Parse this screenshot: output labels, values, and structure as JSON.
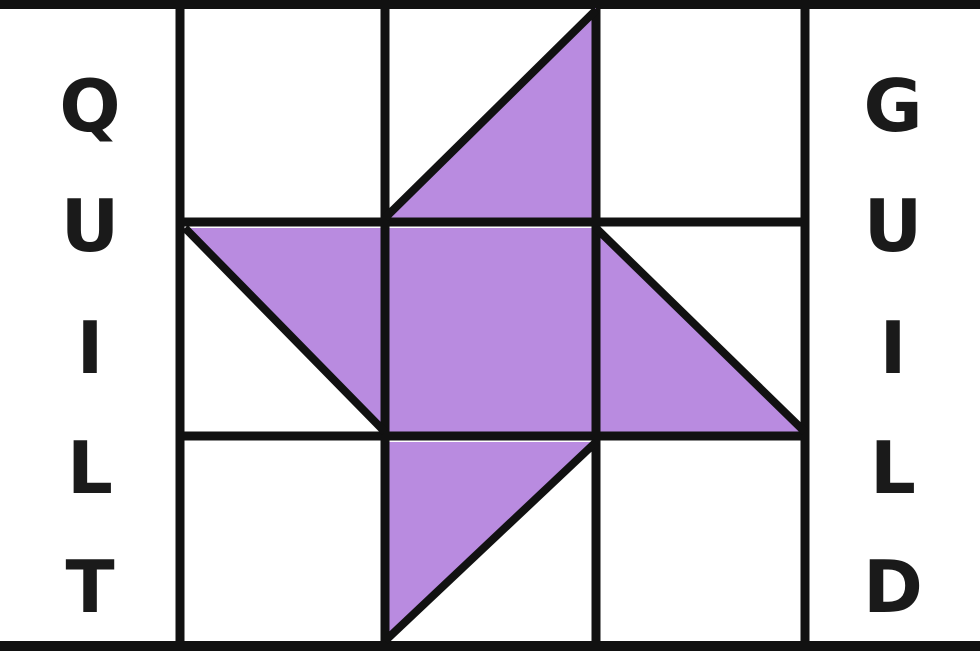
{
  "logo": {
    "left_letters": [
      "Q",
      "U",
      "I",
      "L",
      "T"
    ],
    "right_letters": [
      "G",
      "U",
      "I",
      "L",
      "D"
    ],
    "colors": {
      "purple": "#b98be0",
      "line": "#111111",
      "background": "#ffffff",
      "letter": "#1a1a1a"
    }
  }
}
